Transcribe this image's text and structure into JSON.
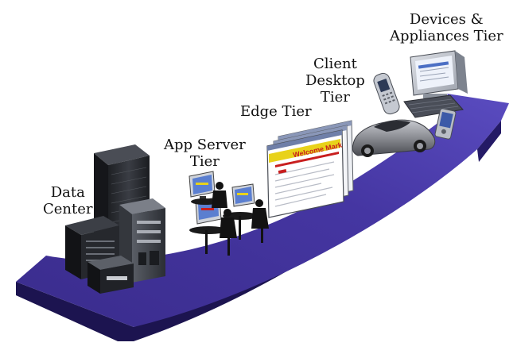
{
  "labels": {
    "data_center": [
      "Data",
      "Center"
    ],
    "app_server": [
      "App Server",
      "Tier"
    ],
    "edge": [
      "Edge Tier"
    ],
    "client_desktop": [
      "Client",
      "Desktop",
      "Tier"
    ],
    "devices": [
      "Devices &",
      "Appliances Tier"
    ]
  },
  "screen_text": {
    "welcome": "Welcome Mark"
  },
  "colors": {
    "arrow_top": "#3a2c8c",
    "arrow_top_light": "#5246b0",
    "arrow_side": "#1c1450",
    "browser_bar": "#e8d21a",
    "browser_red": "#c81e1e",
    "server_dark": "#2a2d33",
    "car": "#8a8c92"
  },
  "icons": [
    "server-tower-icon",
    "server-rack-icon",
    "desktop-workstation-icon",
    "browser-window-icon",
    "mobile-phone-icon",
    "sports-car-icon",
    "computer-monitor-icon",
    "keyboard-icon",
    "pda-icon"
  ]
}
